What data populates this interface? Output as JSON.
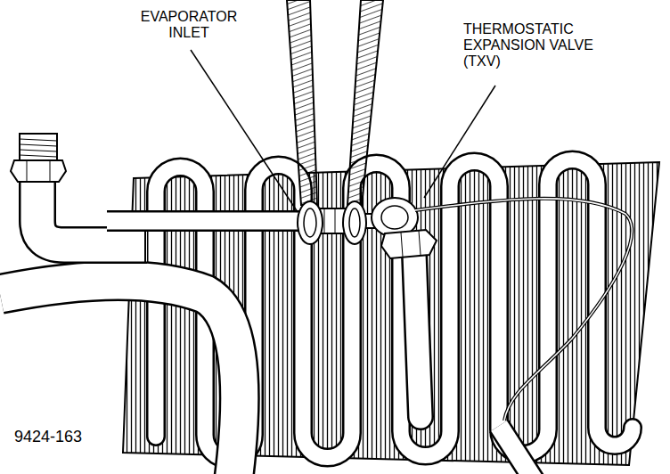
{
  "diagram": {
    "labels": [
      "EVAPORATOR INLET",
      "THERMOSTATIC EXPANSION VALVE (TXV)",
      "9424-163"
    ]
  }
}
